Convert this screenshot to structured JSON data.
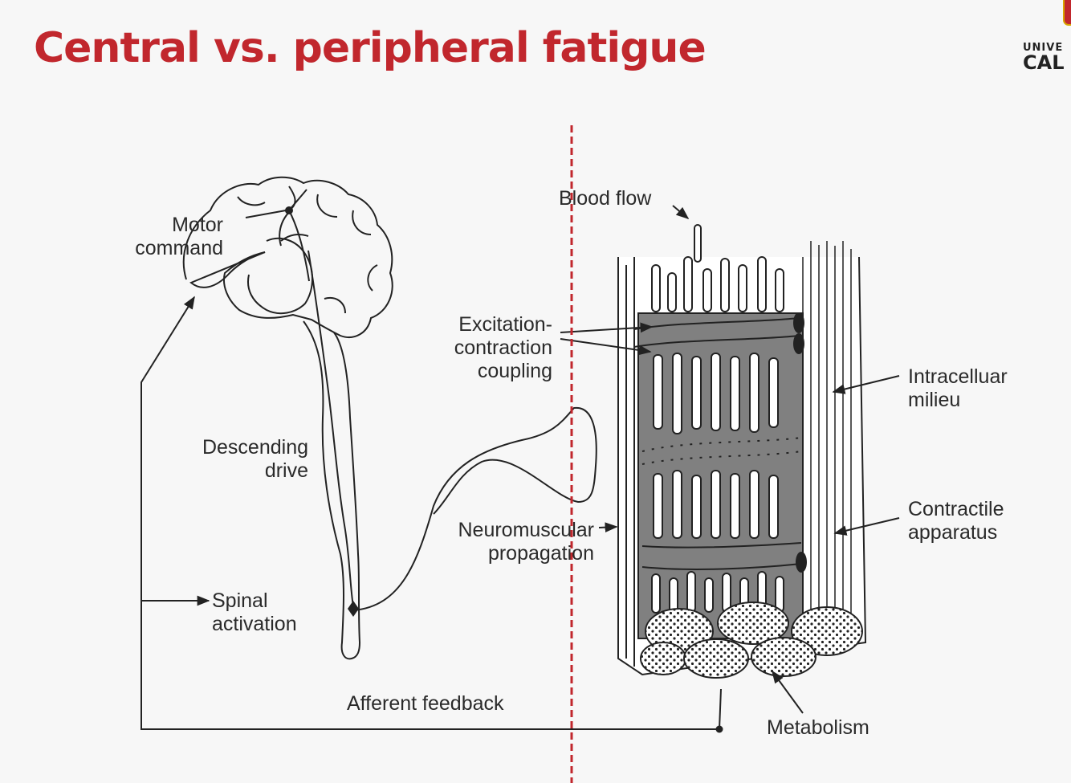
{
  "title": "Central vs. peripheral fatigue",
  "logo": {
    "line1": "UNIVE",
    "line2": "CAL"
  },
  "labels": {
    "motor_command": "Motor\ncommand",
    "descending_drive": "Descending\ndrive",
    "spinal_activation": "Spinal\nactivation",
    "afferent_feedback": "Afferent feedback",
    "blood_flow": "Blood flow",
    "ec_coupling": "Excitation-\ncontraction\ncoupling",
    "neuromuscular": "Neuromuscular\npropagation",
    "intracellular": "Intracelluar\nmilieu",
    "contractile": "Contractile\napparatus",
    "metabolism": "Metabolism"
  },
  "colors": {
    "title": "#c1272d",
    "divider": "#c1272d",
    "ink": "#2a2a2a",
    "muscle_fill": "#808080"
  }
}
